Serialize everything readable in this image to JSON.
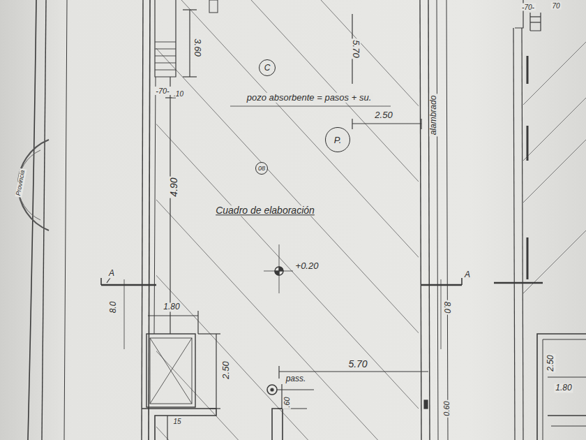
{
  "diagram": {
    "nodes": [
      {
        "text": [
          "C"
        ]
      },
      {
        "text": [
          "P."
        ]
      },
      {
        "text": [
          "08"
        ]
      }
    ],
    "labels": [
      "3.60",
      "5.70",
      "-70-",
      ".10",
      "pozo absorbente = pasos + su.",
      "2.50",
      "alambrado",
      "4.90",
      "Cuadro de elaboración",
      "+0.20",
      "A",
      "A",
      "8.0",
      "1.80",
      "8.0",
      "2.50",
      "pass.",
      "5.70",
      ".60",
      "0.60",
      "15",
      "-70-",
      "70",
      "2.50",
      "1.80",
      "Provincia"
    ]
  }
}
